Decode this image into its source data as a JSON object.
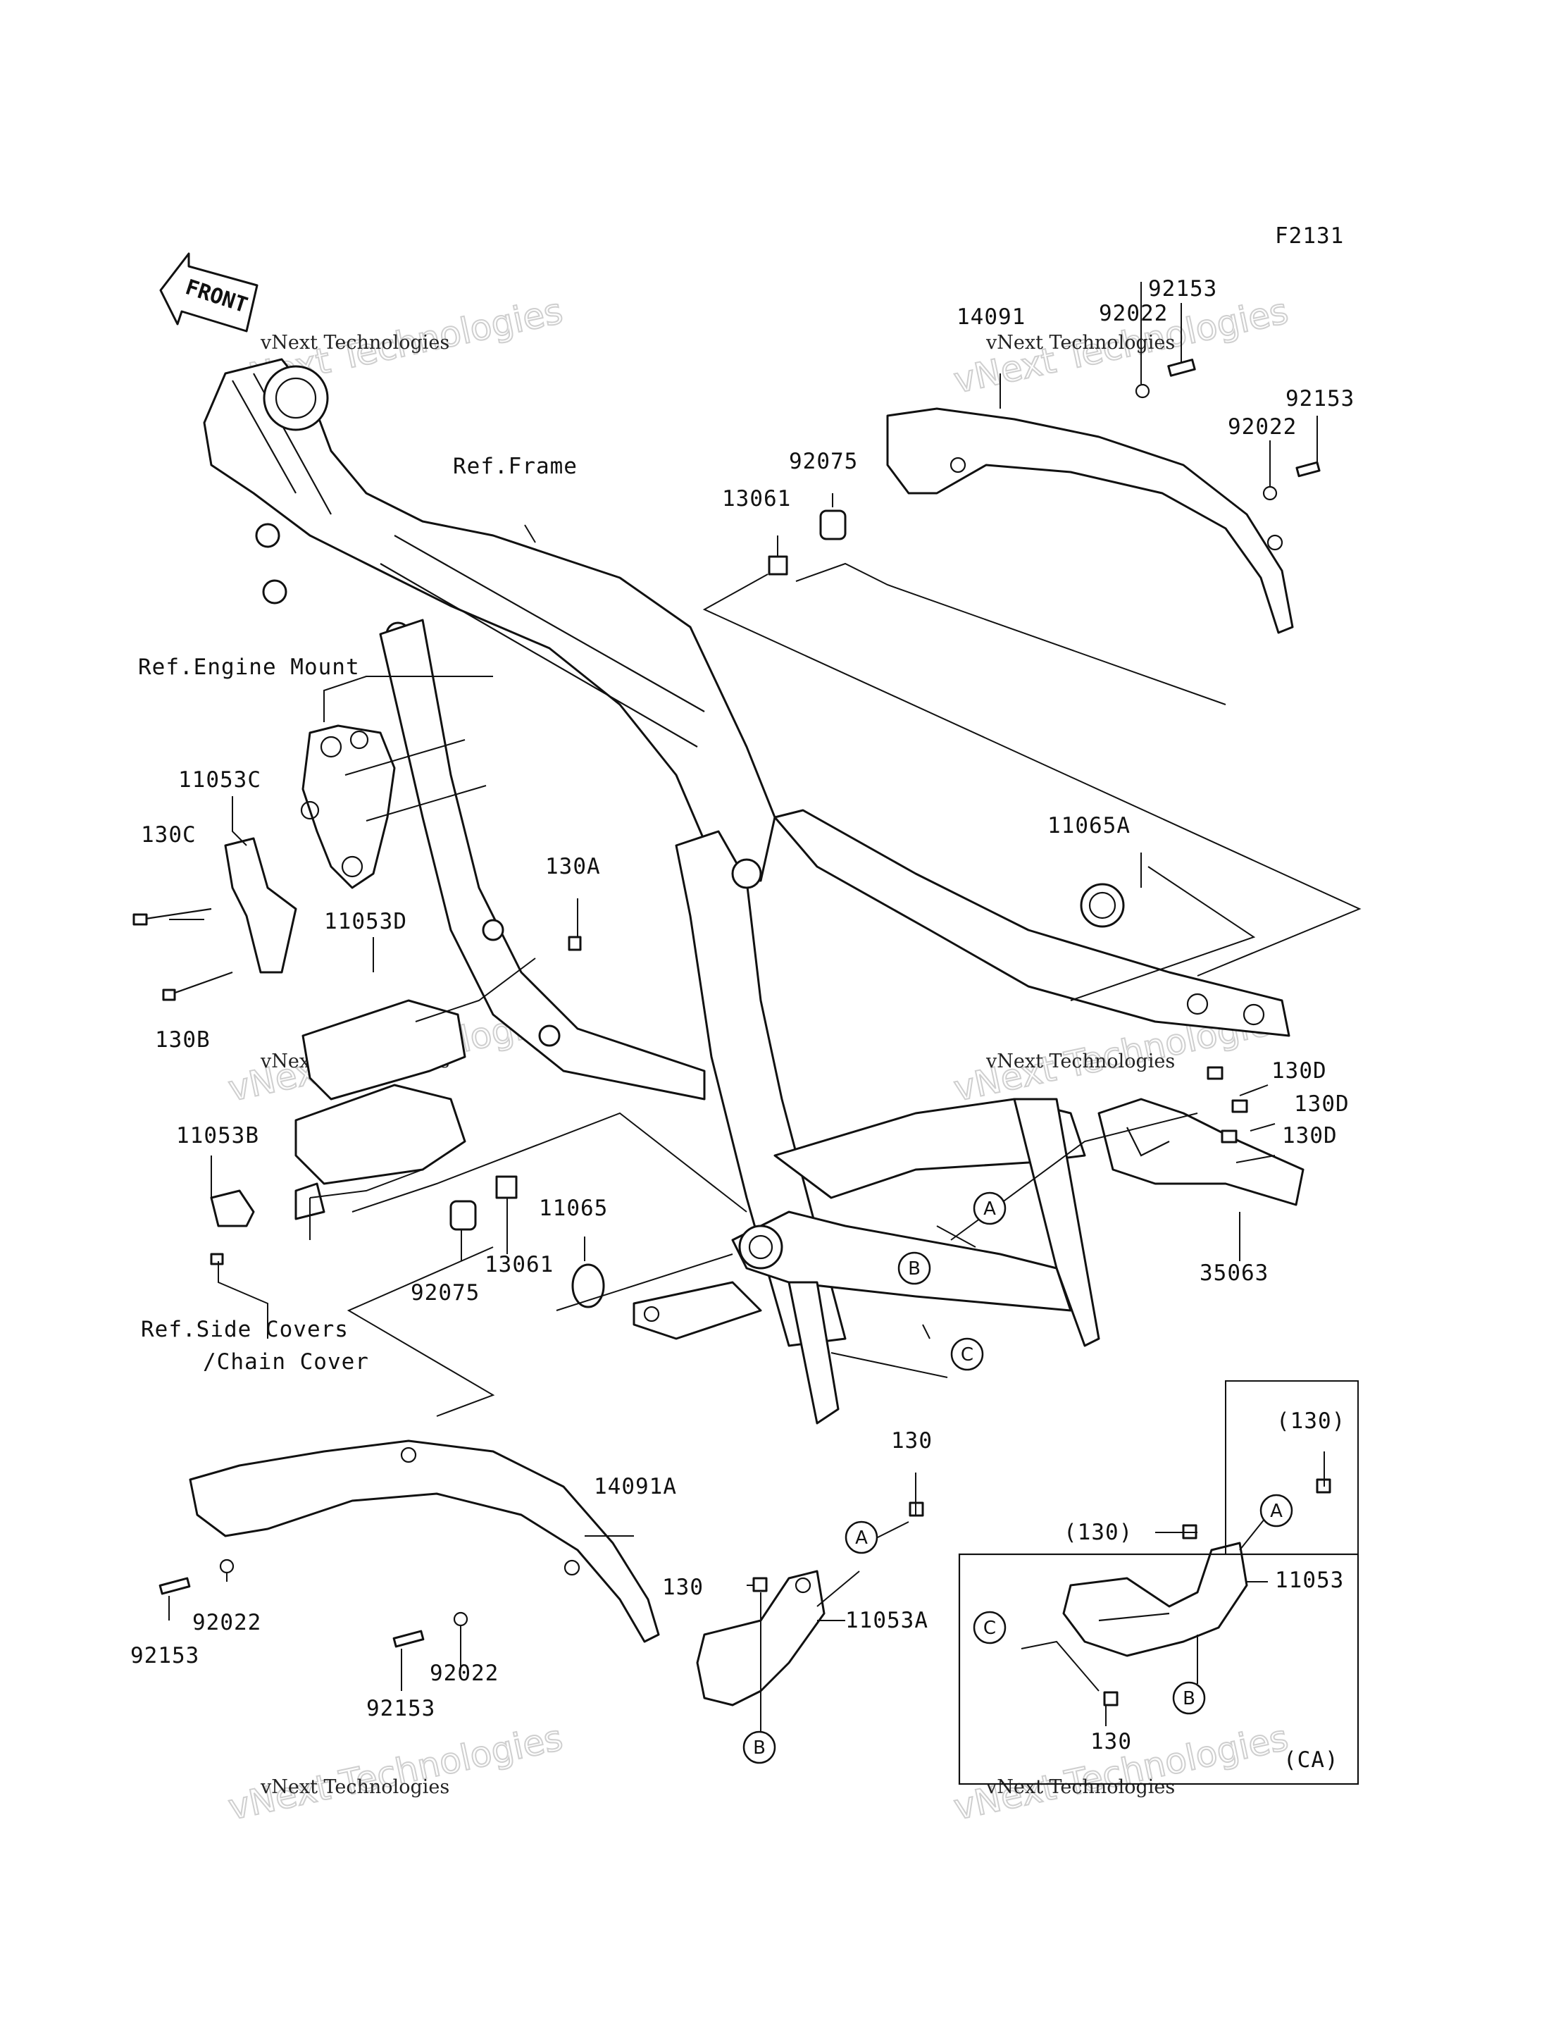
{
  "figure_id": "F2131",
  "front_arrow": "FRONT",
  "watermark": {
    "big": "vNext Technologies",
    "small": "vNext Technologies"
  },
  "labels": {
    "ref_frame": "Ref.Frame",
    "ref_engine_mount": "Ref.Engine Mount",
    "ref_side_covers_1": "Ref.Side Covers",
    "ref_side_covers_2": "/Chain Cover",
    "p14091": "14091",
    "p92022_top": "92022",
    "p92153_top": "92153",
    "p92153_r": "92153",
    "p92022_r": "92022",
    "p92075_top": "92075",
    "p13061_top": "13061",
    "p11053C": "11053C",
    "p130C": "130C",
    "p130B": "130B",
    "p130A": "130A",
    "p11053D": "11053D",
    "p11053B": "11053B",
    "p11065A": "11065A",
    "p130D_1": "130D",
    "p130D_2": "130D",
    "p130D_3": "130D",
    "p35063": "35063",
    "p11065": "11065",
    "p13061_mid": "13061",
    "p92075_mid": "92075",
    "p14091A": "14091A",
    "p92022_l": "92022",
    "p92153_l": "92153",
    "p92153_b": "92153",
    "p92022_b": "92022",
    "p130_top": "130",
    "p130_left": "130",
    "p11053A": "11053A",
    "p130_paren_1": "(130)",
    "p130_paren_2": "(130)",
    "p11053": "11053",
    "p130_ca": "130",
    "ca": "(CA)"
  },
  "callouts": {
    "a": "A",
    "b": "B",
    "c": "C"
  }
}
